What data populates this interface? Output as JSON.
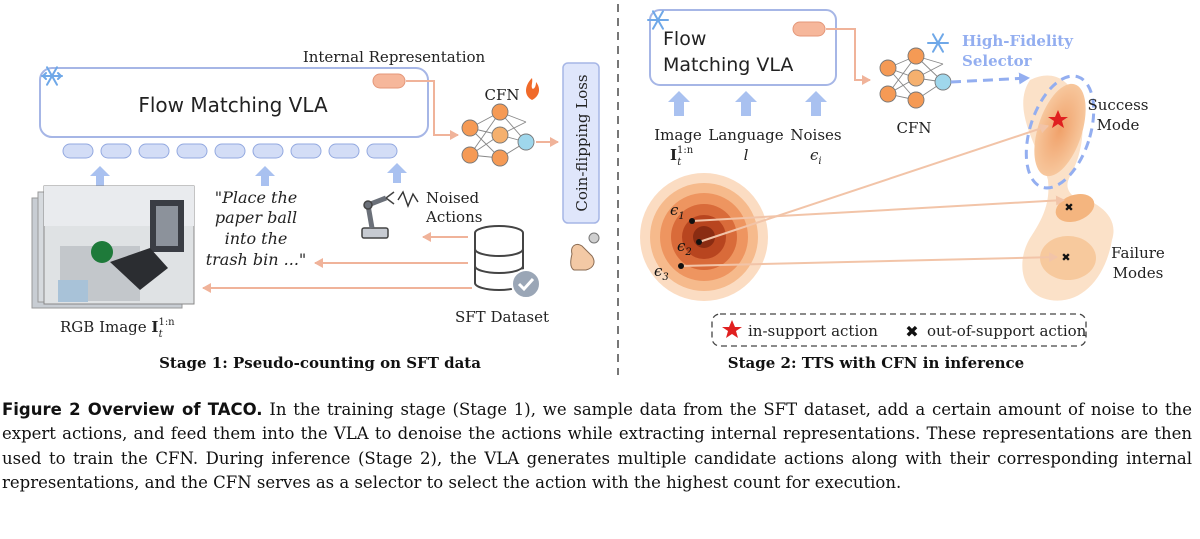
{
  "stage1": {
    "vla_title": "Flow Matching VLA",
    "internal_rep": "Internal Representation",
    "cfn": "CFN",
    "loss": "Coin-flipping Loss",
    "instruction_lines": [
      "\"Place the",
      "paper ball",
      "into the",
      "trash bin ...\""
    ],
    "noised_actions_lines": [
      "Noised",
      "Actions"
    ],
    "dataset": "SFT Dataset",
    "rgb_label": "RGB Image",
    "rgb_symbol": "I",
    "rgb_sup": "1:n",
    "rgb_sub": "t",
    "caption": "Stage 1: Pseudo-counting on SFT data"
  },
  "stage2": {
    "vla_title_line1": "Flow",
    "vla_title_line2": "Matching VLA",
    "image_label": "Image",
    "image_symbol": "I",
    "image_sup": "1:n",
    "image_sub": "t",
    "language_label": "Language",
    "language_symbol": "l",
    "noises_label": "Noises",
    "noises_symbol": "ϵ",
    "noises_sub": "i",
    "cfn": "CFN",
    "selector_lines": [
      "High-Fidelity",
      "Selector"
    ],
    "success_lines": [
      "Success",
      "Mode"
    ],
    "failure_lines": [
      "Failure",
      "Modes"
    ],
    "eps1_sub": "1",
    "eps2_sub": "2",
    "eps3_sub": "3",
    "eps_symbol": "ϵ",
    "legend_in": "in-support action",
    "legend_out": "out-of-support action",
    "caption": "Stage 2: TTS with CFN in inference"
  },
  "caption": {
    "tag": "Figure 2   Overview of TACO.",
    "text": " In the training stage (Stage 1), we sample data from the SFT dataset, add a certain amount of noise to the expert actions, and feed them into the VLA to denoise the actions while extracting internal representations. These representations are then used to train the CFN. During inference (Stage 2), the VLA generates multiple candidate actions along with their corresponding internal representations, and the CFN serves as a selector to select the action with the highest count for execution."
  },
  "colors": {
    "box_border": "#a6b6e6",
    "token_fill": "#d3ddf6",
    "arrow_blue": "#a9c1f0",
    "arrow_orange": "#f0b39a",
    "node_orange": "#f59a55",
    "node_blue": "#9fd7ec",
    "selector_blue": "#93aef0",
    "star_red": "#e02020"
  }
}
